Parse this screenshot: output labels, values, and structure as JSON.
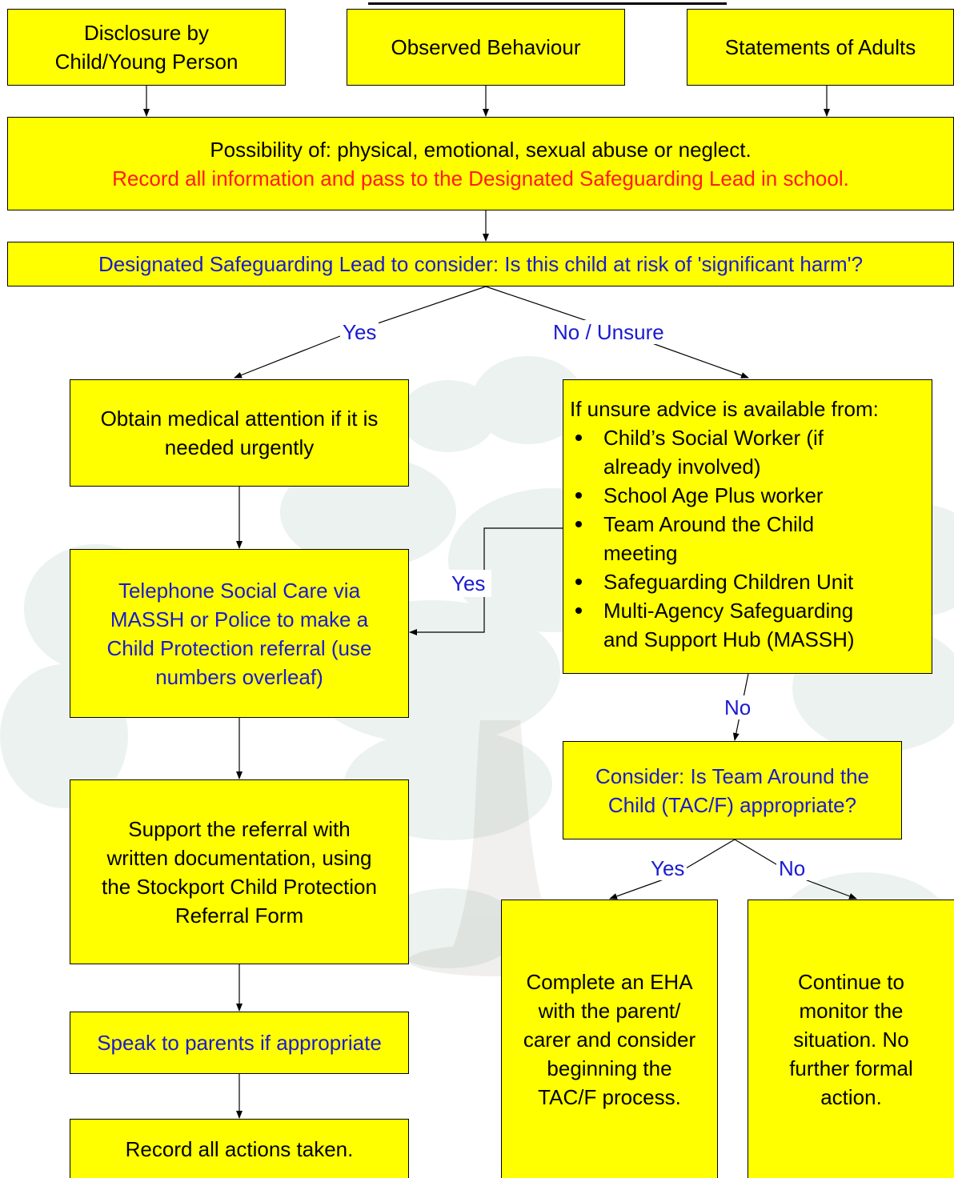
{
  "sources": {
    "disclosure": [
      "Disclosure by",
      "Child/Young Person"
    ],
    "observed": "Observed Behaviour",
    "statements": "Statements of Adults"
  },
  "possibility": {
    "line1": "Possibility of: physical, emotional, sexual abuse or neglect.",
    "line2": "Record all information and pass to the Designated Safeguarding Lead in school."
  },
  "consider_harm": "Designated Safeguarding Lead to consider: Is this child at risk of 'significant harm'?",
  "labels": {
    "yes_main": "Yes",
    "no_unsure": "No / Unsure",
    "yes_advice": "Yes",
    "no_advice": "No",
    "yes_tac": "Yes",
    "no_tac": "No"
  },
  "yes_path": {
    "medical": [
      "Obtain medical attention if it is",
      "needed urgently"
    ],
    "telephone": [
      "Telephone Social Care via",
      "MASSH or Police to make a",
      "Child Protection referral (use",
      "numbers overleaf)"
    ],
    "support": [
      "Support the referral with",
      "written documentation, using",
      "the Stockport Child Protection",
      "Referral Form"
    ],
    "speak": "Speak to parents if appropriate",
    "record": "Record all actions taken."
  },
  "advice": {
    "title": "If unsure advice is available from:",
    "items": [
      [
        "Child’s Social Worker (if",
        "already involved)"
      ],
      [
        "School Age Plus worker"
      ],
      [
        "Team Around the Child",
        "meeting"
      ],
      [
        "Safeguarding Children Unit"
      ],
      [
        "Multi-Agency Safeguarding",
        "and Support Hub (MASSH)"
      ]
    ]
  },
  "tac_question": [
    "Consider: Is Team Around the",
    "Child (TAC/F) appropriate?"
  ],
  "eha": [
    "Complete an EHA",
    "with the parent/",
    "carer and consider",
    "beginning the",
    "TAC/F process."
  ],
  "monitor": [
    "Continue to",
    "monitor the",
    "situation.  No",
    "further formal",
    "action."
  ],
  "colors": {
    "box": "#ffff00",
    "blue_text": "#1a1ad0",
    "red_text": "#ff1a1a"
  }
}
